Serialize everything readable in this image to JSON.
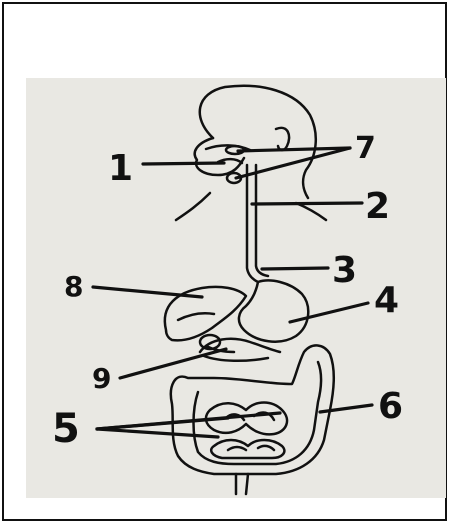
{
  "figure": {
    "labels": [
      {
        "id": "1",
        "text": "1"
      },
      {
        "id": "2",
        "text": "2"
      },
      {
        "id": "3",
        "text": "3"
      },
      {
        "id": "4",
        "text": "4"
      },
      {
        "id": "5",
        "text": "5"
      },
      {
        "id": "6",
        "text": "6"
      },
      {
        "id": "7",
        "text": "7"
      },
      {
        "id": "8",
        "text": "8"
      },
      {
        "id": "9",
        "text": "9"
      }
    ],
    "colors": {
      "border": "#111111",
      "ink": "#111111",
      "paper": "#e9e8e3",
      "background": "#ffffff"
    }
  }
}
